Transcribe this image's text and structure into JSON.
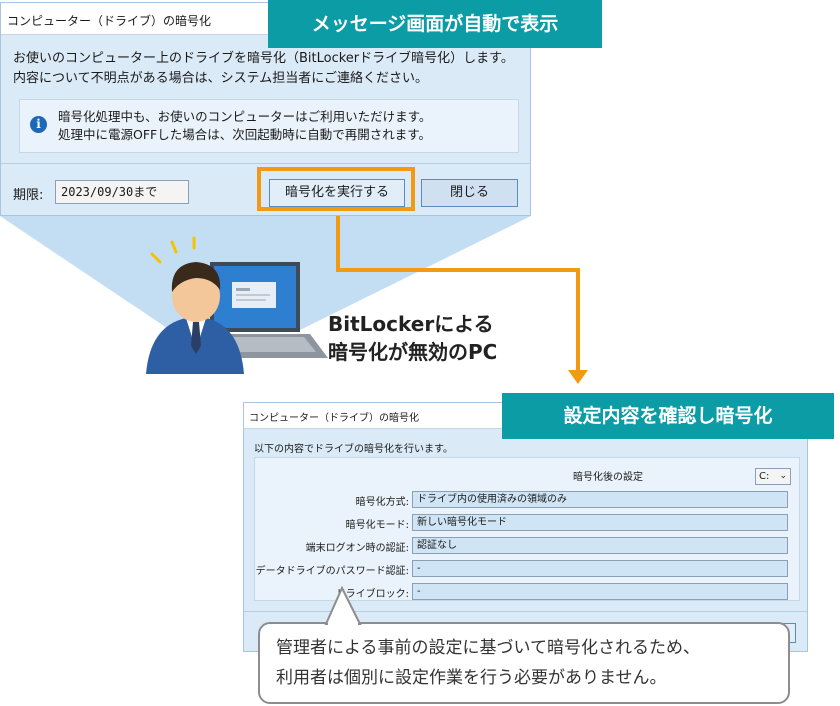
{
  "banners": {
    "top": "メッセージ画面が自動で表示",
    "bottom": "設定内容を確認し暗号化"
  },
  "dialog_top": {
    "title": "コンピューター（ドライブ）の暗号化",
    "message_line1": "お使いのコンピューター上のドライブを暗号化（BitLockerドライブ暗号化）します。",
    "message_line2": "内容について不明点がある場合は、システム担当者にご連絡ください。",
    "note_line1": "暗号化処理中も、お使いのコンピューターはご利用いただけます。",
    "note_line2": "処理中に電源OFFした場合は、次回起動時に自動で再開されます。",
    "deadline_label": "期限:",
    "deadline_value": "2023/09/30まで",
    "run_button": "暗号化を実行する",
    "close_button": "閉じる"
  },
  "pc_label": {
    "line1": "BitLockerによる",
    "line2": "暗号化が無効のPC"
  },
  "dialog_bottom": {
    "title": "コンピューター（ドライブ）の暗号化",
    "intro": "以下の内容でドライブの暗号化を行います。",
    "settings_header": "暗号化後の設定",
    "drive_selected": "C:",
    "rows": [
      {
        "label": "暗号化方式:",
        "value": "ドライブ内の使用済みの領域のみ"
      },
      {
        "label": "暗号化モード:",
        "value": "新しい暗号化モード"
      },
      {
        "label": "端末ログオン時の認証:",
        "value": "認証なし"
      },
      {
        "label": "データドライブのパスワード認証:",
        "value": "-"
      },
      {
        "label": "ドライブロック:",
        "value": "-"
      }
    ]
  },
  "callout": {
    "line1": "管理者による事前の設定に基づいて暗号化されるため、",
    "line2": "利用者は個別に設定作業を行う必要がありません。"
  },
  "colors": {
    "teal": "#0c9ca6",
    "orange": "#f29a12",
    "dialog_bg": "#dbeaf7",
    "spotlight": "#c3def3"
  },
  "icons": [
    "info-icon",
    "user-illustration",
    "laptop-illustration",
    "chevron-down-icon"
  ]
}
